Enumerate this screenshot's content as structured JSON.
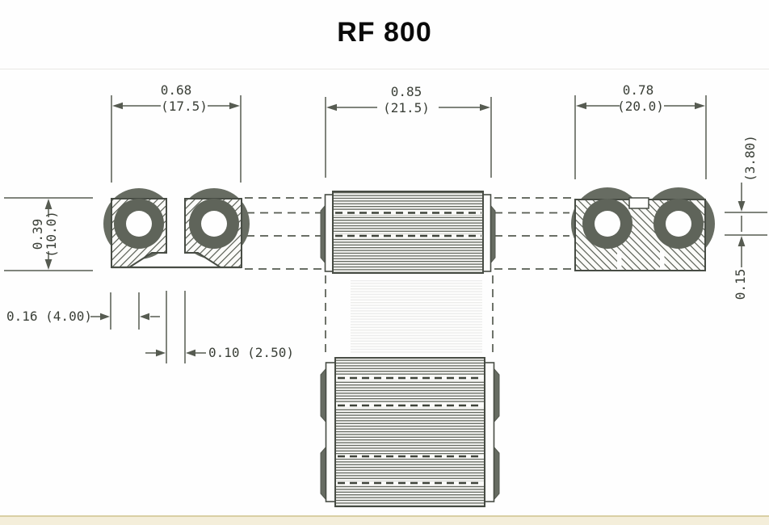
{
  "title": "RF 800",
  "colors": {
    "ink": "#474c44",
    "dimension_lines": "#565b51",
    "part_gray": "#676c62",
    "ring_gray": "#5f645a",
    "footer_strip": "#f4eeda",
    "paper": "#fefefe"
  },
  "dimensions": {
    "left_view_width_in": "0.68",
    "left_view_width_mm": "(17.5)",
    "top_view_width_in": "0.85",
    "top_view_width_mm": "(21.5)",
    "right_view_width_in": "0.78",
    "right_view_width_mm": "(20.0)",
    "left_view_height_in": "0.39",
    "left_view_height_mm": "(10.0)",
    "right_offset_mm": "(3.80)",
    "right_offset_in": "0.15",
    "sidewall_thickness": "0.16 (4.00)",
    "center_slot_width": "0.10 (2.50)"
  }
}
